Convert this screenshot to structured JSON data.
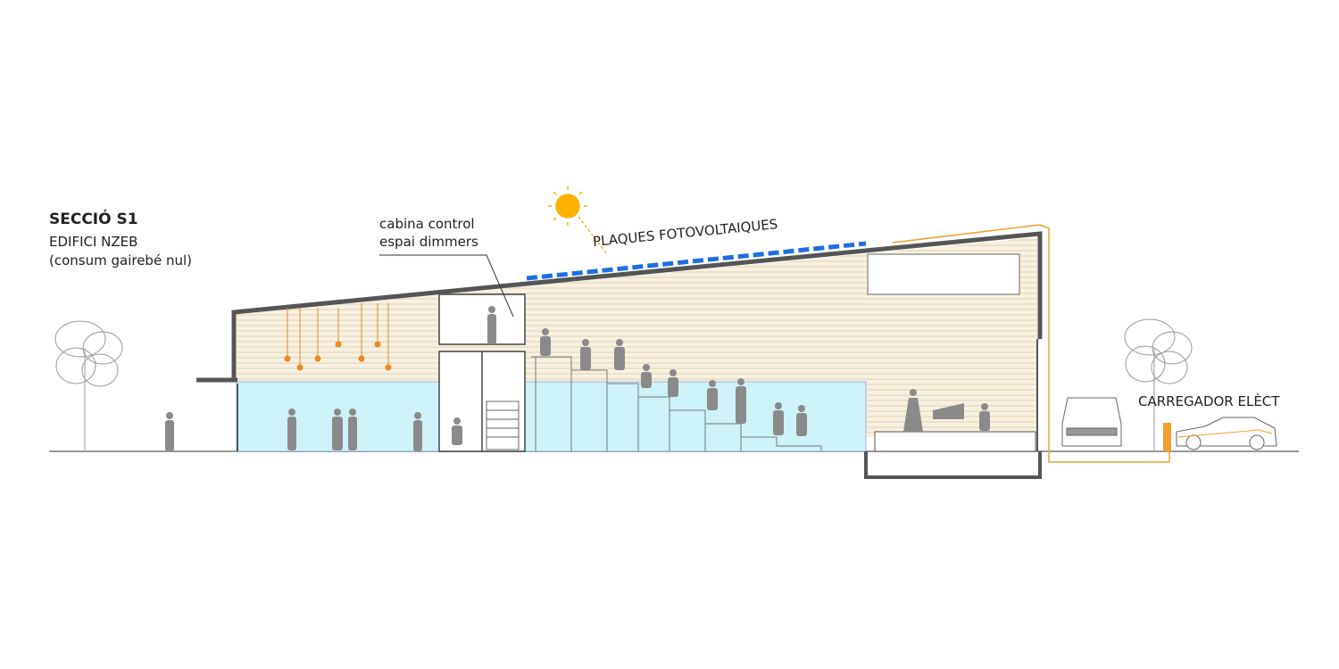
{
  "title": "SECCIÓ S1",
  "subtitle_line1": "EDIFICI NZEB",
  "subtitle_line2": "(consum gairebé nul)",
  "callout_line1": "cabina control",
  "callout_line2": "espai dimmers",
  "solar_label": "PLAQUES FOTOVOLTAIQUES",
  "charger_label": "CARREGADOR ELÈCT",
  "colors": {
    "structure": "#555555",
    "glass": "#cdf3f8",
    "wall_fill": "#f6efdf",
    "solar": "#1e6fe0",
    "sun": "#ffb300",
    "cable": "#f0a030",
    "people": "#8a8a8a"
  }
}
